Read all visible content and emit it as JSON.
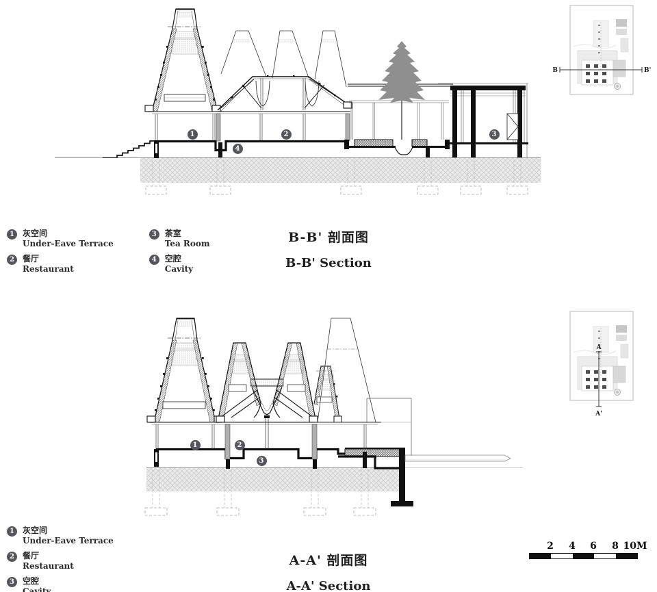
{
  "bb_section": {
    "title_zh": "B-B' 剖面图",
    "title_en": "B-B' Section",
    "legend": [
      {
        "num": "1",
        "zh": "灰空间",
        "en": "Under-Eave Terrace"
      },
      {
        "num": "2",
        "zh": "餐厅",
        "en": "Restaurant"
      },
      {
        "num": "3",
        "zh": "茶室",
        "en": "Tea Room"
      },
      {
        "num": "4",
        "zh": "空腔",
        "en": "Cavity"
      }
    ],
    "key_plan": {
      "start": "B",
      "end": "B'"
    }
  },
  "aa_section": {
    "title_zh": "A-A' 剖面图",
    "title_en": "A-A' Section",
    "legend": [
      {
        "num": "1",
        "zh": "灰空间",
        "en": "Under-Eave Terrace"
      },
      {
        "num": "2",
        "zh": "餐厅",
        "en": "Restaurant"
      },
      {
        "num": "3",
        "zh": "空腔",
        "en": "Cavity"
      }
    ],
    "key_plan": {
      "start": "A",
      "end": "A'"
    }
  },
  "scale_bar": {
    "ticks": [
      "2",
      "4",
      "6",
      "8",
      "10M"
    ]
  },
  "colors": {
    "line": "#1a1a1a",
    "marker": "#55565a",
    "ground_hatch": "#e9e9e9",
    "tree": "#8f8f8f"
  }
}
